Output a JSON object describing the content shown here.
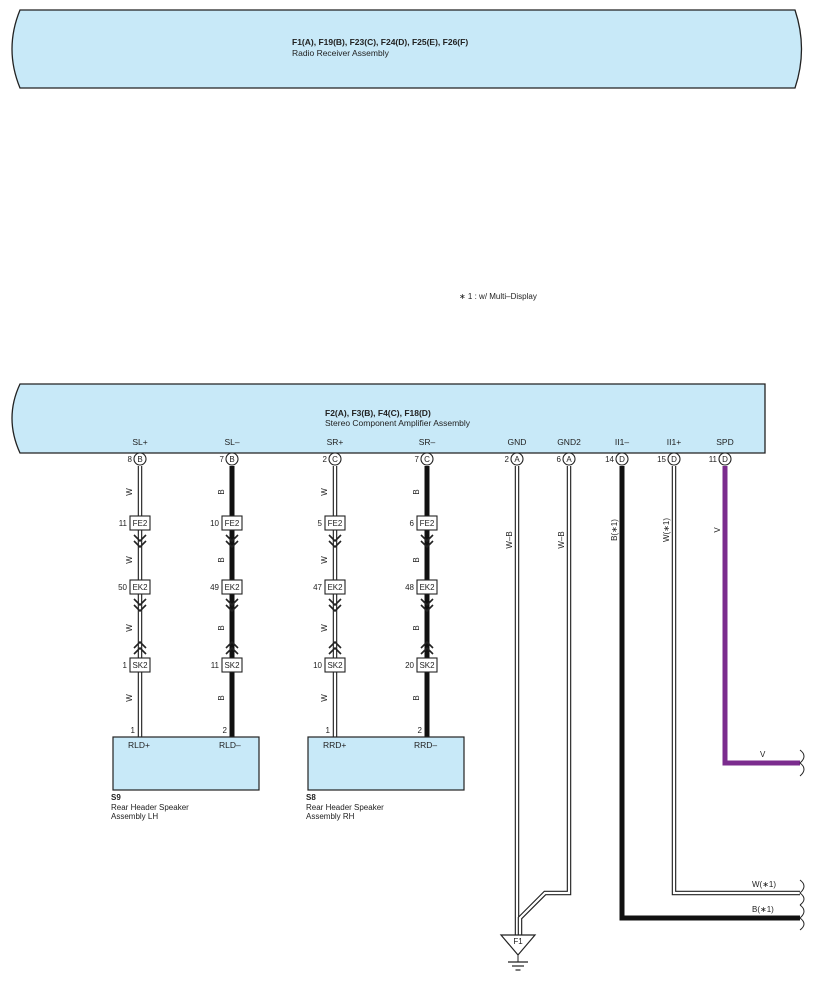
{
  "radio": {
    "connectors": "F1(A), F19(B), F23(C), F24(D), F25(E), F26(F)",
    "name": "Radio Receiver Assembly"
  },
  "note": "∗ 1 : w/ Multi–Display",
  "amp": {
    "connectors": "F2(A), F3(B), F4(C), F18(D)",
    "name": "Stereo Component Amplifier Assembly",
    "pins": [
      {
        "label": "SL+",
        "num": "8",
        "conn": "B"
      },
      {
        "label": "SL–",
        "num": "7",
        "conn": "B"
      },
      {
        "label": "SR+",
        "num": "2",
        "conn": "C"
      },
      {
        "label": "SR–",
        "num": "7",
        "conn": "C"
      },
      {
        "label": "GND",
        "num": "2",
        "conn": "A"
      },
      {
        "label": "GND2",
        "num": "6",
        "conn": "A"
      },
      {
        "label": "II1–",
        "num": "14",
        "conn": "D"
      },
      {
        "label": "II1+",
        "num": "15",
        "conn": "D"
      },
      {
        "label": "SPD",
        "num": "11",
        "conn": "D"
      }
    ]
  },
  "circuits": [
    {
      "color": "W",
      "fe2": "11",
      "ek2": "50",
      "sk2": "1",
      "spk": "1"
    },
    {
      "color": "B",
      "fe2": "10",
      "ek2": "49",
      "sk2": "11",
      "spk": "2"
    },
    {
      "color": "W",
      "fe2": "5",
      "ek2": "47",
      "sk2": "10",
      "spk": "1"
    },
    {
      "color": "B",
      "fe2": "6",
      "ek2": "48",
      "sk2": "20",
      "spk": "2"
    }
  ],
  "connectors": {
    "fe2": "FE2",
    "ek2": "EK2",
    "sk2": "SK2"
  },
  "speakers": [
    {
      "code": "S9",
      "name1": "Rear Header Speaker",
      "name2": "Assembly LH",
      "plus": "RLD+",
      "minus": "RLD–"
    },
    {
      "code": "S8",
      "name1": "Rear Header Speaker",
      "name2": "Assembly RH",
      "plus": "RRD+",
      "minus": "RRD–"
    }
  ],
  "wires": {
    "gnd": "W–B",
    "gnd2": "W–B",
    "ii_minus": "B(∗1)",
    "ii_plus": "W(∗1)",
    "spd": "V",
    "spd_out": "V",
    "ii_plus_out": "W(∗1)",
    "ii_minus_out": "B(∗1)"
  },
  "ground": "F1",
  "colors": {
    "panel": "#c8e9f8",
    "spd_wire": "#7b2c8e"
  }
}
